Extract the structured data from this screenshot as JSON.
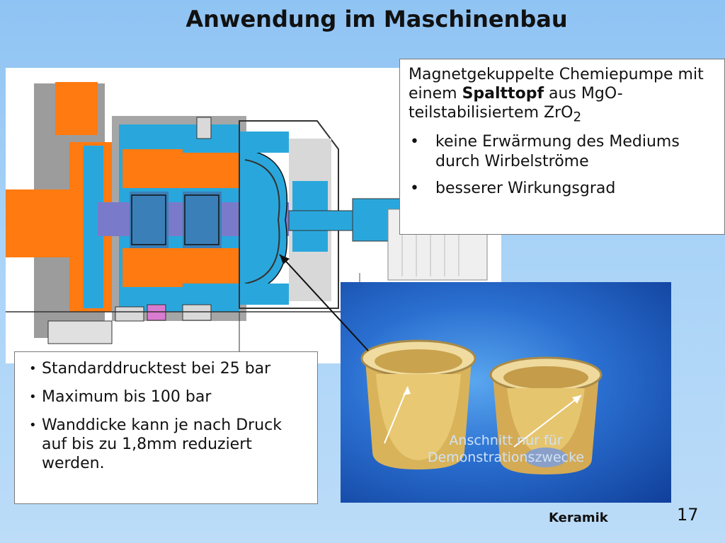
{
  "slide": {
    "title": "Anwendung im Maschinenbau",
    "page_number": "17",
    "footer_label": "Keramik"
  },
  "info_box": {
    "intro_before": "Magnetgekuppelte Chemiepumpe mit einem ",
    "intro_bold": "Spalttopf",
    "intro_after": " aus MgO-teilstabilisiertem ZrO",
    "intro_subscript": "2",
    "bullets": [
      "keine Erwärmung des Mediums durch Wirbelströme",
      "besserer Wirkungsgrad"
    ]
  },
  "pressure_box": {
    "bullets": [
      "Standarddrucktest bei 25 bar",
      "Maximum bis 100 bar",
      "Wanddicke kann je nach Druck auf bis zu 1,8mm reduziert werden."
    ]
  },
  "photo": {
    "caption_line1": "Anschnitt nur für",
    "caption_line2": "Demonstrationszwecke"
  },
  "colors": {
    "background": "#a9d3f7",
    "drawing_orange": "#ff7a10",
    "drawing_blue": "#29a7dc",
    "drawing_gray": "#a8a8a8",
    "photo_blue": "#2a6fd0",
    "ceramic_cup": "#e8c873"
  }
}
